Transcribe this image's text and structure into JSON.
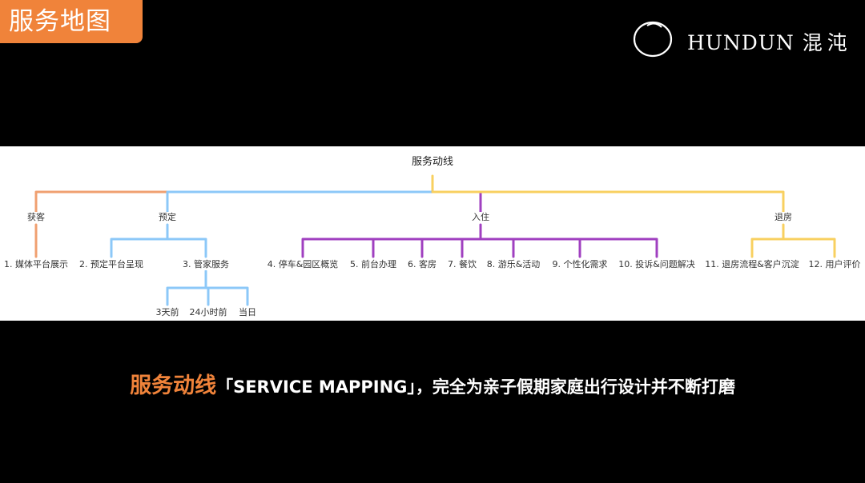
{
  "header": {
    "tag": "服务地图"
  },
  "logo": {
    "latin": "HUNDUN",
    "chinese": "混沌"
  },
  "colors": {
    "orange": "#F0A070",
    "blue": "#8CC8F8",
    "purple": "#A040C0",
    "yellow": "#F8D060",
    "accent": "#F0833A"
  },
  "map": {
    "root": "服务动线",
    "branches": [
      "获客",
      "预定",
      "入住",
      "退房"
    ],
    "huoke": [
      "1. 媒体平台展示"
    ],
    "yuding": [
      "2. 预定平台呈现",
      "3. 管家服务"
    ],
    "guanjia": [
      "3天前",
      "24小时前",
      "当日"
    ],
    "ruzhu": [
      "4. 停车&园区概览",
      "5. 前台办理",
      "6. 客房",
      "7. 餐饮",
      "8. 游乐&活动",
      "9. 个性化需求",
      "10. 投诉&问题解决"
    ],
    "tuifang": [
      "11. 退房流程&客户沉淀",
      "12. 用户评价"
    ]
  },
  "caption": {
    "highlight": "服务动线",
    "rest": "「SERVICE MAPPING」，完全为亲子假期家庭出行设计并不断打磨"
  }
}
